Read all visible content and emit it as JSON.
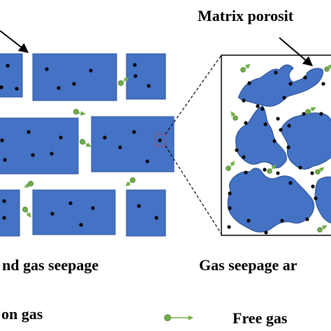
{
  "labels": {
    "matrix_porosity": "Matrix porosit",
    "left_caption": "nd gas seepage",
    "right_caption": "Gas seepage ar",
    "legend_adsorbed": "on gas",
    "legend_free": "Free gas"
  },
  "colors": {
    "matrix_fill": "#4472c4",
    "matrix_stroke": "#2f5597",
    "free_gas": "#70ad47",
    "adsorbed_gas": "#000000",
    "zoom_marker": "#e03030"
  }
}
